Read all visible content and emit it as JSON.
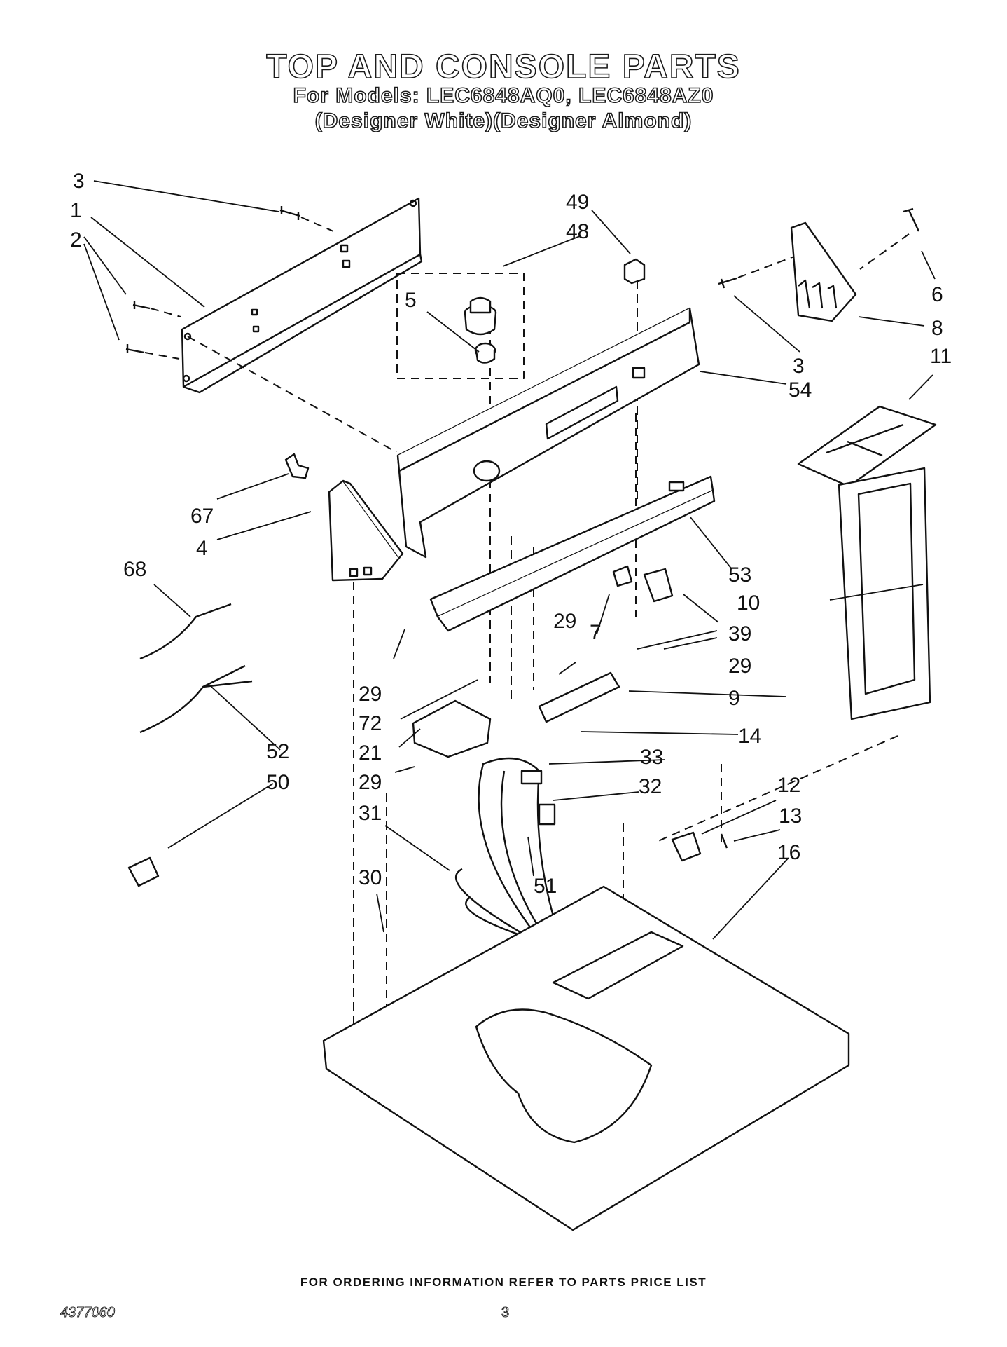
{
  "header": {
    "title": "TOP AND CONSOLE PARTS",
    "models": "For Models: LEC6848AQ0, LEC6848AZ0",
    "finish": "(Designer White)(Designer Almond)"
  },
  "callouts": [
    "3",
    "1",
    "2",
    "49",
    "48",
    "5",
    "6",
    "3",
    "8",
    "54",
    "11",
    "67",
    "4",
    "68",
    "53",
    "10",
    "39",
    "29",
    "7",
    "29",
    "29",
    "72",
    "9",
    "14",
    "21",
    "52",
    "33",
    "29",
    "50",
    "32",
    "12",
    "13",
    "31",
    "16",
    "51",
    "30"
  ],
  "footer": {
    "ordering_note": "FOR ORDERING INFORMATION REFER TO PARTS PRICE LIST",
    "doc_number": "4377060",
    "page_number": "3"
  }
}
